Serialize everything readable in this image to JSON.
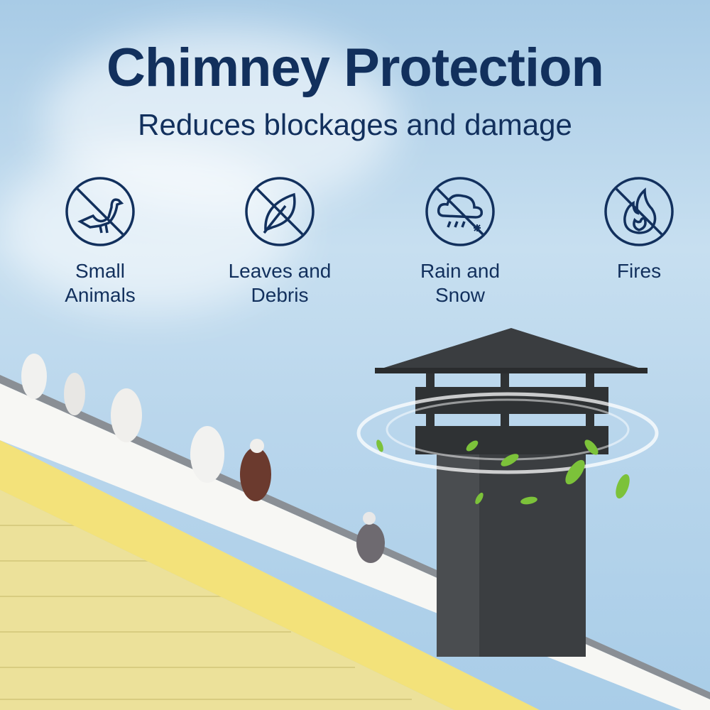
{
  "title": "Chimney Protection",
  "subtitle": "Reduces blockages and damage",
  "features": [
    {
      "icon": "no-bird-icon",
      "line1": "Small",
      "line2": "Animals"
    },
    {
      "icon": "no-leaf-icon",
      "line1": "Leaves and",
      "line2": "Debris"
    },
    {
      "icon": "no-rain-snow-icon",
      "line1": "Rain and",
      "line2": "Snow"
    },
    {
      "icon": "no-fire-icon",
      "line1": "Fires",
      "line2": ""
    }
  ],
  "colors": {
    "navy": "#12305d",
    "chimney": "#3b3e41",
    "siding": "#eee29a",
    "fascia": "#ffffff",
    "leaf": "#7cc23a"
  }
}
